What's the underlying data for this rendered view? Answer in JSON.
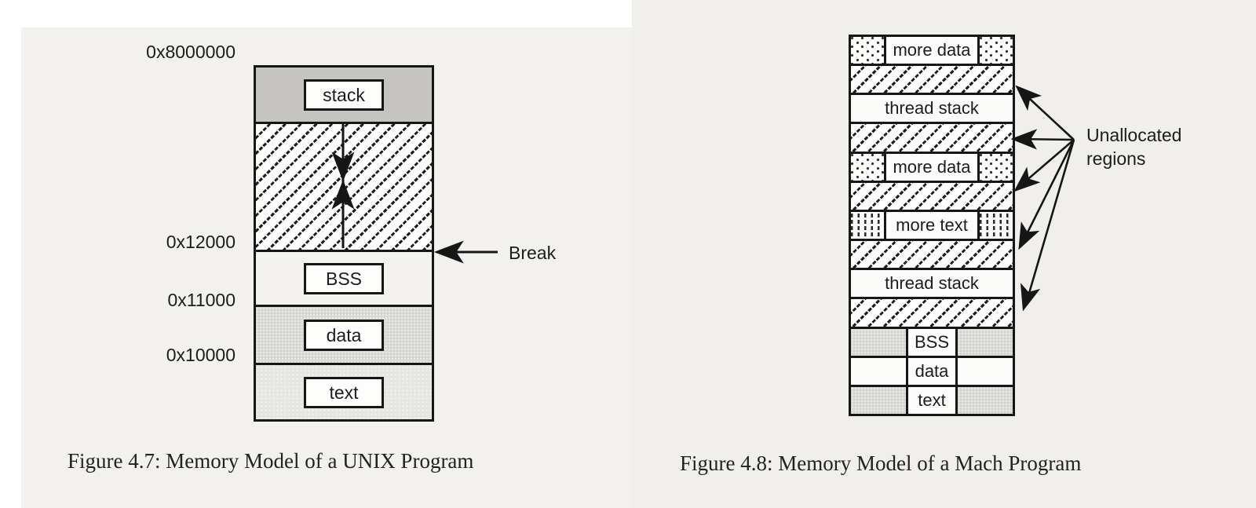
{
  "figure_unix": {
    "caption": "Figure 4.7: Memory Model of a UNIX Program",
    "addresses": {
      "top": "0x8000000",
      "break_line": "0x12000",
      "bss_data_line": "0x11000",
      "data_text_line": "0x10000"
    },
    "regions": {
      "stack": "stack",
      "bss": "BSS",
      "data": "data",
      "text": "text"
    },
    "break_label": "Break"
  },
  "figure_mach": {
    "caption": "Figure 4.8: Memory Model of a Mach Program",
    "rows": [
      {
        "type": "dotted-sides",
        "label": "more data"
      },
      {
        "type": "hatched",
        "label": ""
      },
      {
        "type": "plain",
        "label": "thread stack"
      },
      {
        "type": "hatched",
        "label": ""
      },
      {
        "type": "dotted-sides",
        "label": "more data"
      },
      {
        "type": "hatched",
        "label": ""
      },
      {
        "type": "dashed-sides",
        "label": "more text"
      },
      {
        "type": "hatched",
        "label": ""
      },
      {
        "type": "plain",
        "label": "thread stack"
      },
      {
        "type": "hatched",
        "label": ""
      },
      {
        "type": "tricell-gray",
        "label": "BSS"
      },
      {
        "type": "tricell-white",
        "label": "data"
      },
      {
        "type": "tricell-gray",
        "label": "text"
      }
    ],
    "annotation": {
      "line1": "Unallocated",
      "line2": "regions"
    }
  },
  "colors": {
    "paper": "#f2f1ed",
    "ink": "#161616",
    "stack_gray": "#c5c4c1",
    "data_gray": "#d6d5d2",
    "text_gray": "#e6e5e1"
  }
}
